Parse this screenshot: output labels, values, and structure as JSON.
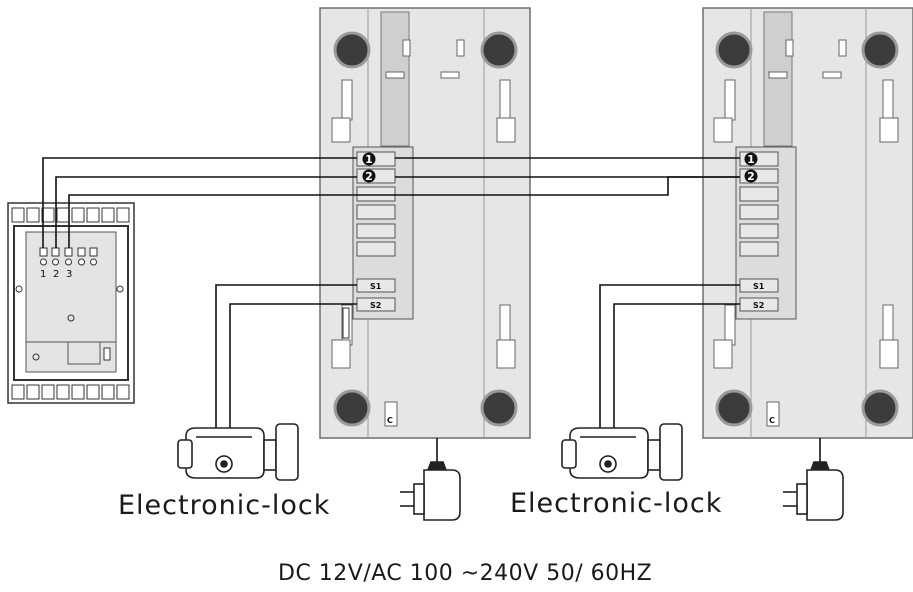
{
  "labels": {
    "lock_left": "Electronic-lock",
    "lock_right": "Electronic-lock",
    "power": "DC 12V/AC 100 ~240V 50/ 60HZ"
  },
  "door_station": {
    "terminals": [
      "1",
      "2",
      "3"
    ]
  },
  "monitor_left": {
    "terminal_1": "1",
    "terminal_2": "2",
    "lock_terminal_1": "S1",
    "lock_terminal_2": "S2",
    "badge": "C"
  },
  "monitor_right": {
    "terminal_1": "1",
    "terminal_2": "2",
    "lock_terminal_1": "S1",
    "lock_terminal_2": "S2",
    "badge": "C"
  },
  "colors": {
    "panel_fill": "#e6e6e6",
    "panel_stroke": "#6e6e6e",
    "wire": "#111111",
    "screw": "#3c3c3c"
  }
}
